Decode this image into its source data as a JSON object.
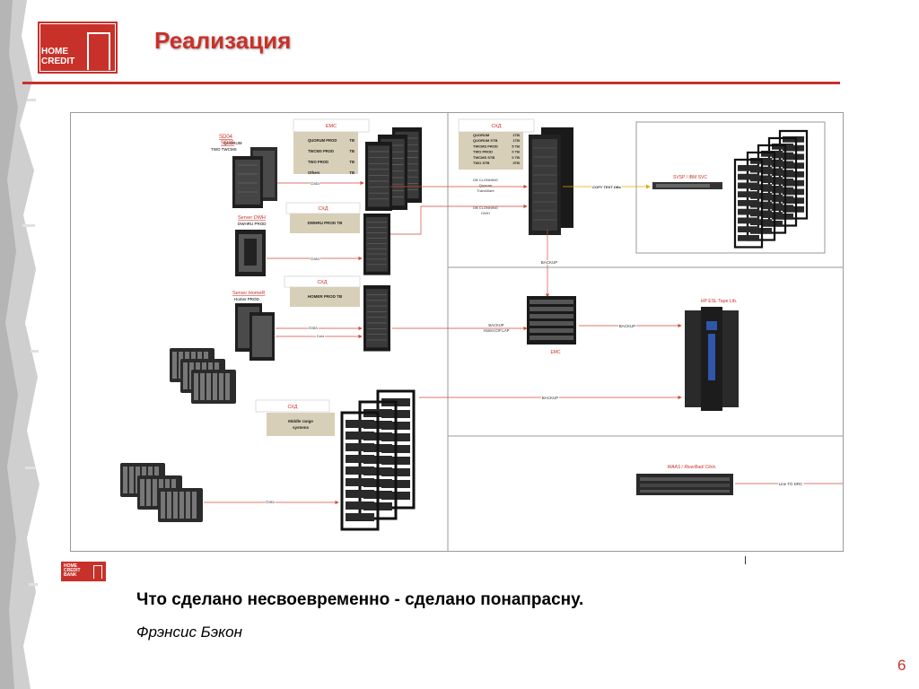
{
  "header": {
    "logo_line1": "HOME",
    "logo_line2": "CREDIT",
    "title": "Реализация"
  },
  "diagram": {
    "emc_top_label": "EMC",
    "emc_top_items": [
      {
        "name": "QUORUM PROD",
        "val": "TB"
      },
      {
        "name": "TWCMS PROD",
        "val": "TB"
      },
      {
        "name": "TWO PROD",
        "val": "TB"
      },
      {
        "name": "Others",
        "val": "TB"
      }
    ],
    "sd04_label": "SD04",
    "sd04_sub": "QUORUM",
    "sd05_label": "SD05",
    "sd05_sub": "TWO TWCMS",
    "server_dwh_label": "Server DWH",
    "server_dwh_sub": "DWHRU PROD",
    "server_homer_label": "Server HomeR",
    "server_homer_sub": "Homer  PROD",
    "shd_label": "СХД",
    "dwh_box_text": "DWHRU PROD TB",
    "homer_box_text": "HOMER PROD TB",
    "middle_box_text1": "Middle range",
    "middle_box_text2": "systems",
    "shd_right_items": [
      {
        "name": "QUORUM",
        "val": "1TB"
      },
      {
        "name": "QUORUM STB",
        "val": "1TB"
      },
      {
        "name": "TWCMS PROD",
        "val": "5 TB"
      },
      {
        "name": "TWO PROD",
        "val": "0 TB"
      },
      {
        "name": "TWCMS STB",
        "val": "0 TB"
      },
      {
        "name": "TWO STB",
        "val": "0TB"
      }
    ],
    "db_clon1_l1": "DB CLONNING",
    "db_clon1_l2": "Quorum",
    "db_clon1_l3": "TransWare",
    "db_clon2_l1": "DB CLONNING",
    "db_clon2_l2": "DWH",
    "copy_test": "COPY TEST DBs",
    "svsp_label": "SVSP / IBM SVC",
    "backup": "BACKUP",
    "backup_homer_l1": "BACKUP",
    "backup_homer_l2": "Homer,CIF,LAP",
    "emc_bottom": "EMC",
    "hp_label": "HP ESL Tape Lib.",
    "waas_label": "WAAS / RiverBad/  Citrix.",
    "line_drc": "Line TO DRC",
    "data": "Data"
  },
  "footer": {
    "bank_logo_l1": "HOME",
    "bank_logo_l2": "CREDIT",
    "bank_logo_l3": "BANK",
    "quote": "Что сделано несвоевременно - сделано понапрасну.",
    "author": "Фрэнсис Бэкон",
    "page_number": "6"
  },
  "colors": {
    "accent": "#c8312a",
    "arrow": "#d04a3c",
    "label_box": "#d8cfb8",
    "server": "#1a1a1a"
  }
}
